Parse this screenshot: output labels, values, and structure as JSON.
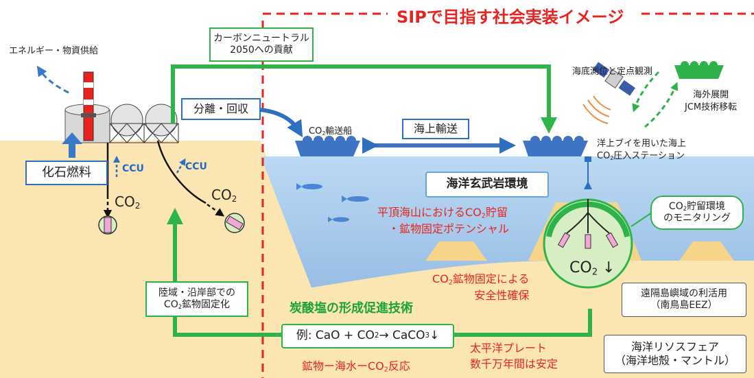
{
  "header": {
    "title": "SIPで目指す社会実装イメージ"
  },
  "labels": {
    "energy_supply": "エネルギー・物資供給",
    "carbon_neutral_l1": "カーボンニュートラル",
    "carbon_neutral_l2": "2050への貢献",
    "separation": "分離・回収",
    "fossil_fuel": "化石燃料",
    "ccu": "CCU",
    "co2": "CO",
    "co2_sub": "2",
    "co2_ship_main": "CO",
    "co2_ship_tail": "輸送船",
    "sea_transport": "海上輸送",
    "seafloor": "海底測位と定点観測",
    "overseas_l1": "海外展開",
    "overseas_l2": "JCM技術移転",
    "buoy_l1": "洋上ブイを用いた海上",
    "buoy_l2_tail": "圧入ステーション",
    "basalt": "海洋玄武岩環境",
    "potential_l1_a": "平頂海山におけるCO",
    "potential_l1_b": "貯留",
    "potential_l2": "・鉱物固定ポテンシャル",
    "monitoring_l1_tail": "貯留環境",
    "monitoring_l2": "のモニタリング",
    "land_l1": "陸域・沿岸部での",
    "land_l2_tail": "鉱物固定化",
    "carbonate": "炭酸塩の形成促進技術",
    "safety_l1_tail": "鉱物固定による",
    "safety_l2": "安全性確保",
    "remote_l1": "遠隔島嶼域の利活用",
    "remote_l2": "（南鳥島EEZ）",
    "equation_a": "例: CaO + CO",
    "equation_b": "→ CaCO",
    "equation_sub3": "3",
    "equation_arrow": "↓",
    "reaction_a": "鉱物ー海水ーCO",
    "reaction_b": "反応",
    "pacific_l1": "太平洋プレート",
    "pacific_l2": "数千万年間は安定",
    "sphere_l1": "海洋リソスフェア",
    "sphere_l2": "（海洋地殻・マントル）"
  },
  "colors": {
    "sea": "#a9cdef",
    "deep_sea": "#8db9e4",
    "sand": "#fbe6b3",
    "sand_dark": "#f6d48a",
    "green": "#2db34a",
    "blue": "#2f6fc0",
    "red": "#e8231f"
  },
  "icons": [
    "refinery-icon",
    "ship-icon",
    "satellite-icon",
    "fish-icon",
    "arrow-icon"
  ]
}
